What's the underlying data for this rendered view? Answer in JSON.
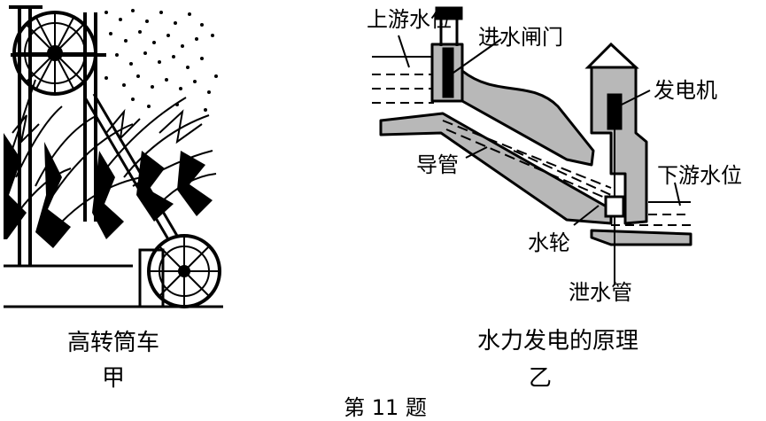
{
  "left_figure": {
    "name": "高转筒车",
    "sub_label": "甲"
  },
  "right_figure": {
    "name": "水力发电的原理",
    "sub_label": "乙",
    "labels": {
      "upstream_level": "上游水位",
      "intake_gate": "进水闸门",
      "generator": "发电机",
      "penstock": "导管",
      "downstream_level": "下游水位",
      "turbine": "水轮",
      "drain_pipe": "泄水管"
    }
  },
  "question_label": "第 11 题",
  "colors": {
    "structure_fill": "#b8b8b8",
    "ink": "#000000"
  }
}
